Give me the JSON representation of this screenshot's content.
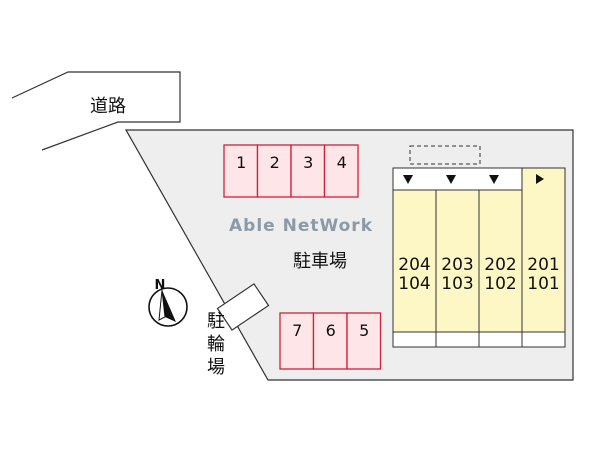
{
  "colors": {
    "lot": "#eeeeee",
    "parking_fill": "#fde5e8",
    "parking_stroke": "#d2203b",
    "building_fill": "#fdf7c6",
    "watermark": "#8a9aa6",
    "outline": "#333333"
  },
  "road": {
    "label": "道路"
  },
  "watermark": "Able NetWork",
  "parking_label": "駐車場",
  "bike_parking_label": [
    "駐",
    "輪",
    "場"
  ],
  "compass": {
    "label": "N",
    "icon": "north-arrow-icon"
  },
  "parking_top": {
    "slots": [
      {
        "number": "1"
      },
      {
        "number": "2"
      },
      {
        "number": "3"
      },
      {
        "number": "4"
      }
    ]
  },
  "parking_bottom": {
    "slots": [
      {
        "number": "7"
      },
      {
        "number": "6"
      },
      {
        "number": "5"
      }
    ]
  },
  "building": {
    "units": [
      {
        "upper": "204",
        "lower": "104"
      },
      {
        "upper": "203",
        "lower": "103"
      },
      {
        "upper": "202",
        "lower": "102"
      },
      {
        "upper": "201",
        "lower": "101"
      }
    ],
    "entrance_arrows": [
      "down-arrow-icon",
      "down-arrow-icon",
      "down-arrow-icon",
      "right-arrow-icon"
    ]
  }
}
